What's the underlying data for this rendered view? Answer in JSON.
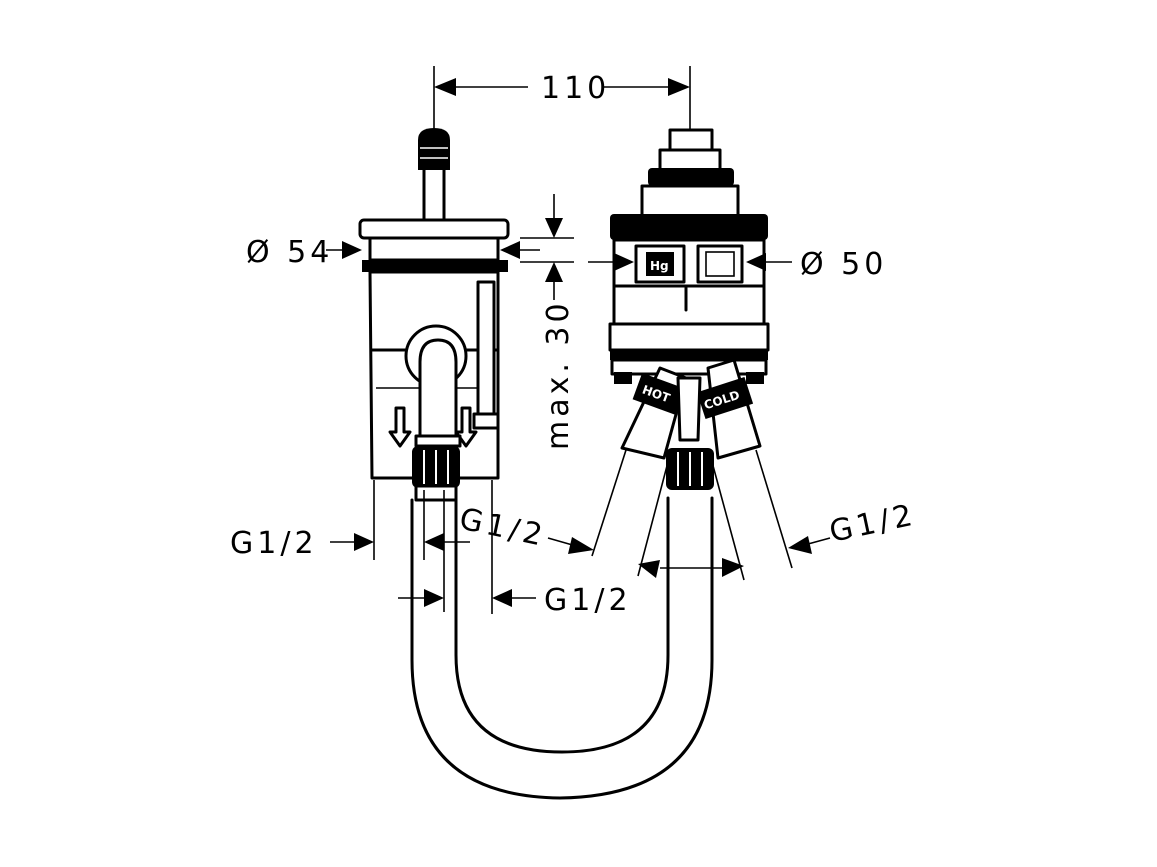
{
  "dimensions": {
    "width_between_bodies": "110",
    "diameter_left": "Ø 54",
    "diameter_right": "Ø 50",
    "max_depth": "max. 30",
    "thread_left_outer": "G1/2",
    "thread_left_inner": "G1/2",
    "thread_center": "G1/2",
    "thread_right": "G1/2"
  },
  "labels": {
    "hot": "HOT",
    "cold": "COLD",
    "hg_logo": "Hg"
  }
}
